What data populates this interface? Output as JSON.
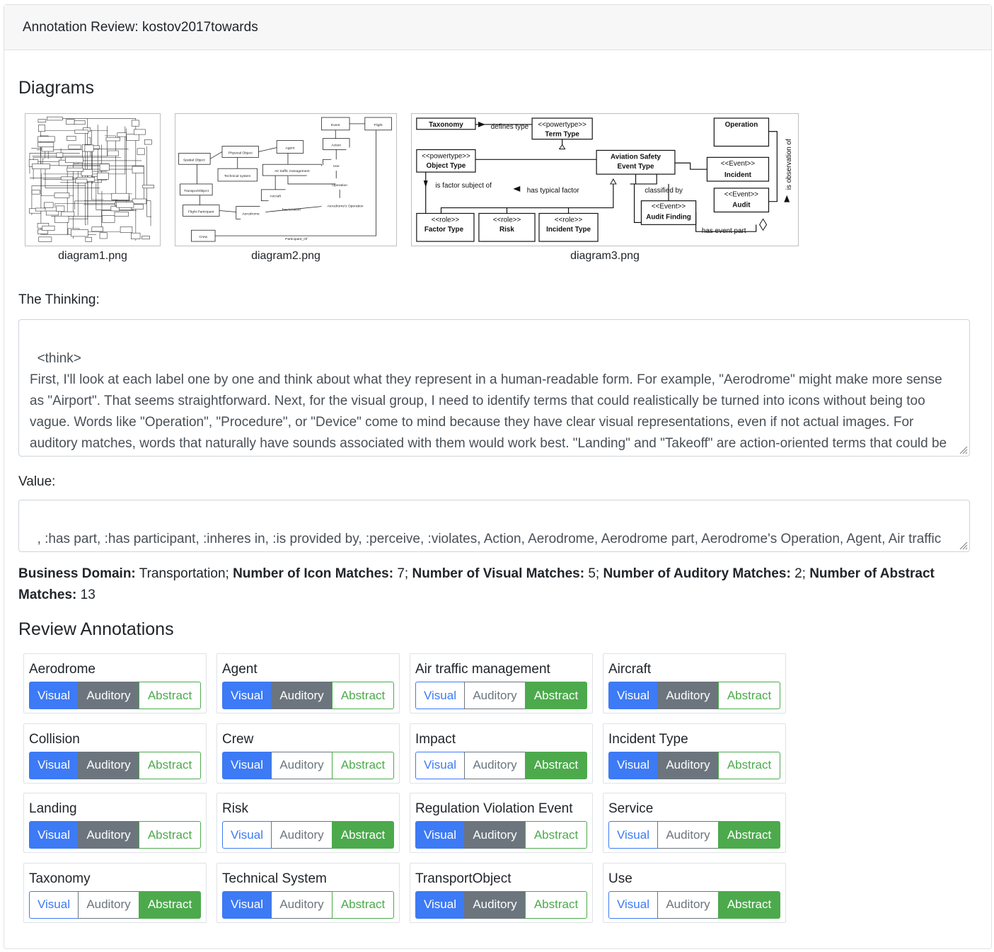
{
  "header": {
    "title": "Annotation Review: kostov2017towards"
  },
  "diagrams_section": {
    "heading": "Diagrams",
    "items": [
      {
        "caption": "diagram1.png"
      },
      {
        "caption": "diagram2.png"
      },
      {
        "caption": "diagram3.png"
      }
    ]
  },
  "diagram2_labels": {
    "spatial": "Spatial Object",
    "physical": "Physical Object",
    "agent": "Agent",
    "event": "Event",
    "flight": "Flight",
    "action": "Action",
    "use": "Use",
    "technical": "Technical system",
    "atm": "Air traffic management",
    "aircraft": "Aircraft",
    "operation": "Operation",
    "transport": "TransportObject",
    "participant": "Flight Participant",
    "aerodrome": "Aerodrome",
    "aerodrome_op": "Aerodrome's Operation",
    "crew": "Crew",
    "has_location": "has location",
    "participant_of": "Participant_Of"
  },
  "diagram3_labels": {
    "taxonomy": "Taxonomy",
    "defines_type": "defines type",
    "powertype": "<<powertype>>",
    "term_type": "Term Type",
    "operation": "Operation",
    "object_type": "Object Type",
    "ase_type_1": "Aviation Safety",
    "ase_type_2": "Event Type",
    "event_stereo": "<<Event>>",
    "incident": "Incident",
    "is_factor": "is factor subject of",
    "has_factor": "has typical factor",
    "classified_by": "classified by",
    "audit_finding": "Audit Finding",
    "audit": "Audit",
    "role": "<<role>>",
    "factor_type": "Factor Type",
    "risk": "Risk",
    "incident_type": "Incident Type",
    "has_event_part": "has event part",
    "is_observation": "is observation of"
  },
  "thinking": {
    "label": "The Thinking:",
    "text": "<think>\nFirst, I'll look at each label one by one and think about what they represent in a human-readable form. For example, \"Aerodrome\" might make more sense as \"Airport\". That seems straightforward. Next, for the visual group, I need to identify terms that could realistically be turned into icons without being too vague. Words like \"Operation\", \"Procedure\", or \"Device\" come to mind because they have clear visual representations, even if not actual images. For auditory matches, words that naturally have sounds associated with them would work best. \"Landing\" and \"Takeoff\" are action-oriented terms that could be captured by sounds in an audio representation."
  },
  "value": {
    "label": "Value:",
    "text": ", :has part, :has participant, :inheres in, :is provided by, :perceive, :violates, Action, Aerodrome, Aerodrome part, Aerodrome's Operation, Agent, Air traffic management, Aircraft, Aircraft Part, Approach, Audit, Audit Finding, Aviation Safety Event Type, Aviation and Safety Ontologies, Collision,"
  },
  "meta": {
    "domain_label": "Business Domain:",
    "domain_value": "Transportation;",
    "icon_label": "Number of Icon Matches:",
    "icon_value": "7;",
    "visual_label": "Number of Visual Matches:",
    "visual_value": "5;",
    "auditory_label": "Number of Auditory Matches:",
    "auditory_value": "2;",
    "abstract_label": "Number of Abstract Matches:",
    "abstract_value": "13"
  },
  "review": {
    "heading": "Review Annotations",
    "button_labels": {
      "visual": "Visual",
      "auditory": "Auditory",
      "abstract": "Abstract"
    },
    "items": [
      {
        "name": "Aerodrome",
        "visual": true,
        "auditory": true,
        "abstract": false
      },
      {
        "name": "Agent",
        "visual": true,
        "auditory": true,
        "abstract": false
      },
      {
        "name": "Air traffic management",
        "visual": false,
        "auditory": false,
        "abstract": true
      },
      {
        "name": "Aircraft",
        "visual": true,
        "auditory": true,
        "abstract": false
      },
      {
        "name": "Collision",
        "visual": true,
        "auditory": true,
        "abstract": false
      },
      {
        "name": "Crew",
        "visual": true,
        "auditory": false,
        "abstract": false
      },
      {
        "name": "Impact",
        "visual": false,
        "auditory": false,
        "abstract": true
      },
      {
        "name": "Incident Type",
        "visual": true,
        "auditory": true,
        "abstract": false
      },
      {
        "name": "Landing",
        "visual": true,
        "auditory": true,
        "abstract": false
      },
      {
        "name": "Risk",
        "visual": false,
        "auditory": false,
        "abstract": true
      },
      {
        "name": "Regulation Violation Event",
        "visual": true,
        "auditory": true,
        "abstract": false
      },
      {
        "name": "Service",
        "visual": false,
        "auditory": false,
        "abstract": true
      },
      {
        "name": "Taxonomy",
        "visual": false,
        "auditory": false,
        "abstract": true
      },
      {
        "name": "Technical System",
        "visual": true,
        "auditory": false,
        "abstract": false
      },
      {
        "name": "TransportObject",
        "visual": true,
        "auditory": true,
        "abstract": false
      },
      {
        "name": "Use",
        "visual": false,
        "auditory": false,
        "abstract": true
      }
    ]
  }
}
